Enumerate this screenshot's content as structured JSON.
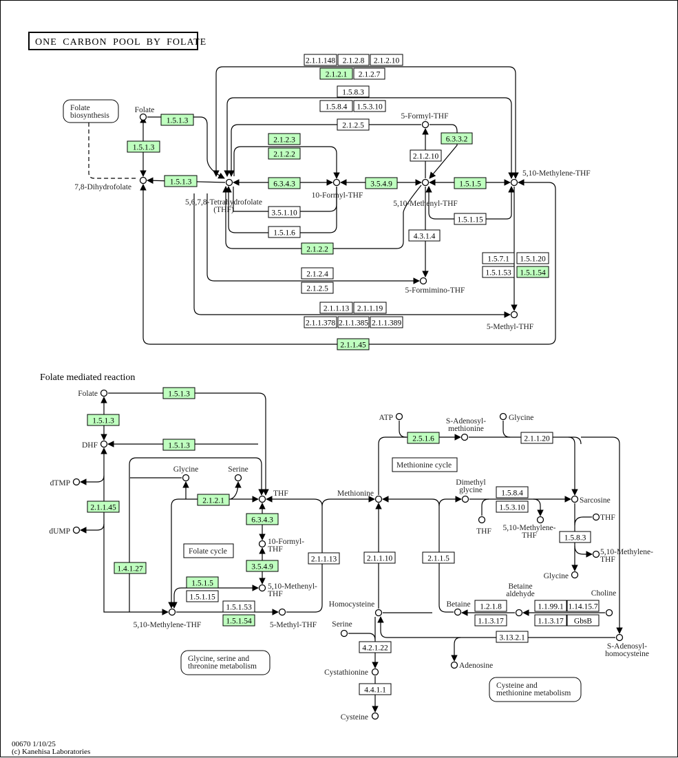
{
  "title": "ONE CARBON POOL BY FOLATE",
  "colors": {
    "enzyme_present": "#bfffbf",
    "enzyme_absent": "#ffffff",
    "line": "#000000"
  },
  "footer": {
    "map_id_date": "00670 1/10/25",
    "copyright": "(c) Kanehisa Laboratories"
  },
  "section_labels": {
    "folate_mediated": "Folate mediated reaction",
    "folate_cycle": "Folate cycle",
    "methionine_cycle": "Methionine cycle"
  },
  "map_links": [
    {
      "id": "folate_biosynthesis",
      "lines": [
        "Folate",
        "biosynthesis"
      ]
    },
    {
      "id": "gly_ser_thr",
      "lines": [
        "Glycine, serine and",
        "threonine metabolism"
      ]
    },
    {
      "id": "cys_met",
      "lines": [
        "Cysteine and",
        "methionine metabolism"
      ]
    }
  ],
  "compounds": [
    {
      "id": "c_folate",
      "label": [
        "Folate"
      ]
    },
    {
      "id": "c_dhf",
      "label": [
        "7,8-Dihydrofolate"
      ]
    },
    {
      "id": "c_thf",
      "label": [
        "5,6,7,8-Tetrahydrofolate",
        "(THF)"
      ]
    },
    {
      "id": "c_10formyl",
      "label": [
        "10-Formyl-THF"
      ]
    },
    {
      "id": "c_methenyl",
      "label": [
        "5,10-Methenyl-THF"
      ]
    },
    {
      "id": "c_methylene",
      "label": [
        "5,10-Methylene-THF"
      ]
    },
    {
      "id": "c_5formyl",
      "label": [
        "5-Formyl-THF"
      ]
    },
    {
      "id": "c_formimino",
      "label": [
        "5-Formimino-THF"
      ]
    },
    {
      "id": "c_5methyl",
      "label": [
        "5-Methyl-THF"
      ]
    },
    {
      "id": "b_folate",
      "label": [
        "Folate"
      ]
    },
    {
      "id": "b_dhf",
      "label": [
        "DHF"
      ]
    },
    {
      "id": "b_dtmp",
      "label": [
        "dTMP"
      ]
    },
    {
      "id": "b_dump",
      "label": [
        "dUMP"
      ]
    },
    {
      "id": "b_glycine",
      "label": [
        "Glycine"
      ]
    },
    {
      "id": "b_serine",
      "label": [
        "Serine"
      ]
    },
    {
      "id": "b_thf",
      "label": [
        "THF"
      ]
    },
    {
      "id": "b_10formyl",
      "label": [
        "10-Formyl-",
        "THF"
      ]
    },
    {
      "id": "b_methenyl",
      "label": [
        "5,10-Methenyl-",
        "THF"
      ]
    },
    {
      "id": "b_methylene",
      "label": [
        "5,10-Methylene-THF"
      ]
    },
    {
      "id": "b_5methyl",
      "label": [
        "5-Methyl-THF"
      ]
    },
    {
      "id": "b_atp",
      "label": [
        "ATP"
      ]
    },
    {
      "id": "b_sam",
      "label": [
        "S-Adenosyl-",
        "methionine"
      ]
    },
    {
      "id": "b_glycine2",
      "label": [
        "Glycine"
      ]
    },
    {
      "id": "b_methionine",
      "label": [
        "Methionine"
      ]
    },
    {
      "id": "b_dmg",
      "label": [
        "Dimethyl",
        "glycine"
      ]
    },
    {
      "id": "b_sarcosine",
      "label": [
        "Sarcosine"
      ]
    },
    {
      "id": "b_thf2",
      "label": [
        "THF"
      ]
    },
    {
      "id": "b_thf3",
      "label": [
        "THF"
      ]
    },
    {
      "id": "b_methylene2",
      "label": [
        "5,10-Methylene-",
        "THF"
      ]
    },
    {
      "id": "b_methylene3",
      "label": [
        "5,10-Methylene-",
        "THF"
      ]
    },
    {
      "id": "b_glycine3",
      "label": [
        "Glycine"
      ]
    },
    {
      "id": "b_homocysteine",
      "label": [
        "Homocysteine"
      ]
    },
    {
      "id": "b_betaine",
      "label": [
        "Betaine"
      ]
    },
    {
      "id": "b_betald",
      "label": [
        "Betaine",
        "aldehyde"
      ]
    },
    {
      "id": "b_choline",
      "label": [
        "Choline"
      ]
    },
    {
      "id": "b_serine2",
      "label": [
        "Serine"
      ]
    },
    {
      "id": "b_sah",
      "label": [
        "S-Adenosyl-",
        "homocysteine"
      ]
    },
    {
      "id": "b_adenosine",
      "label": [
        "Adenosine"
      ]
    },
    {
      "id": "b_cystathionine",
      "label": [
        "Cystathionine"
      ]
    },
    {
      "id": "b_cysteine",
      "label": [
        "Cysteine"
      ]
    }
  ],
  "enzymes": [
    {
      "id": "e1",
      "ec": "1.5.1.3",
      "present": true
    },
    {
      "id": "e2",
      "ec": "1.5.1.3",
      "present": true
    },
    {
      "id": "e3",
      "ec": "1.5.1.3",
      "present": true
    },
    {
      "id": "e4",
      "ec": "2.1.1.148",
      "present": false
    },
    {
      "id": "e5",
      "ec": "2.1.2.8",
      "present": false
    },
    {
      "id": "e6",
      "ec": "2.1.2.10",
      "present": false
    },
    {
      "id": "e7",
      "ec": "2.1.2.1",
      "present": true
    },
    {
      "id": "e8",
      "ec": "2.1.2.7",
      "present": false
    },
    {
      "id": "e9",
      "ec": "1.5.8.3",
      "present": false
    },
    {
      "id": "e10",
      "ec": "1.5.8.4",
      "present": false
    },
    {
      "id": "e11",
      "ec": "1.5.3.10",
      "present": false
    },
    {
      "id": "e12",
      "ec": "2.1.2.5",
      "present": false
    },
    {
      "id": "e13",
      "ec": "2.1.2.3",
      "present": true
    },
    {
      "id": "e14",
      "ec": "2.1.2.2",
      "present": true
    },
    {
      "id": "e15",
      "ec": "6.3.4.3",
      "present": true
    },
    {
      "id": "e16",
      "ec": "3.5.4.9",
      "present": true
    },
    {
      "id": "e17",
      "ec": "2.1.2.10",
      "present": false
    },
    {
      "id": "e18",
      "ec": "6.3.3.2",
      "present": true
    },
    {
      "id": "e19",
      "ec": "1.5.1.5",
      "present": true
    },
    {
      "id": "e20",
      "ec": "1.5.1.15",
      "present": false
    },
    {
      "id": "e21",
      "ec": "3.5.1.10",
      "present": false
    },
    {
      "id": "e22",
      "ec": "1.5.1.6",
      "present": false
    },
    {
      "id": "e23",
      "ec": "2.1.2.2",
      "present": true
    },
    {
      "id": "e24",
      "ec": "4.3.1.4",
      "present": false
    },
    {
      "id": "e25",
      "ec": "2.1.2.4",
      "present": false
    },
    {
      "id": "e26",
      "ec": "2.1.2.5",
      "present": false
    },
    {
      "id": "e27",
      "ec": "1.5.7.1",
      "present": false
    },
    {
      "id": "e28",
      "ec": "1.5.1.20",
      "present": false
    },
    {
      "id": "e29",
      "ec": "1.5.1.53",
      "present": false
    },
    {
      "id": "e30",
      "ec": "1.5.1.54",
      "present": true
    },
    {
      "id": "e31",
      "ec": "2.1.1.13",
      "present": false
    },
    {
      "id": "e32",
      "ec": "2.1.1.19",
      "present": false
    },
    {
      "id": "e33",
      "ec": "2.1.1.378",
      "present": false
    },
    {
      "id": "e34",
      "ec": "2.1.1.385",
      "present": false
    },
    {
      "id": "e35",
      "ec": "2.1.1.389",
      "present": false
    },
    {
      "id": "e36",
      "ec": "2.1.1.45",
      "present": true
    },
    {
      "id": "f1",
      "ec": "1.5.1.3",
      "present": true
    },
    {
      "id": "f2",
      "ec": "1.5.1.3",
      "present": true
    },
    {
      "id": "f3",
      "ec": "1.5.1.3",
      "present": true
    },
    {
      "id": "f4",
      "ec": "2.1.1.45",
      "present": true
    },
    {
      "id": "f5",
      "ec": "2.1.2.1",
      "present": true
    },
    {
      "id": "f6",
      "ec": "6.3.4.3",
      "present": true
    },
    {
      "id": "f7",
      "ec": "3.5.4.9",
      "present": true
    },
    {
      "id": "f8",
      "ec": "1.4.1.27",
      "present": true
    },
    {
      "id": "f9",
      "ec": "1.5.1.5",
      "present": true
    },
    {
      "id": "f10",
      "ec": "1.5.1.15",
      "present": false
    },
    {
      "id": "f11",
      "ec": "1.5.1.53",
      "present": false
    },
    {
      "id": "f12",
      "ec": "1.5.1.54",
      "present": true
    },
    {
      "id": "f13",
      "ec": "2.1.1.13",
      "present": false
    },
    {
      "id": "f14",
      "ec": "2.5.1.6",
      "present": true
    },
    {
      "id": "f15",
      "ec": "2.1.1.20",
      "present": false
    },
    {
      "id": "f16",
      "ec": "2.1.1.10",
      "present": false
    },
    {
      "id": "f17",
      "ec": "2.1.1.5",
      "present": false
    },
    {
      "id": "f18",
      "ec": "1.5.8.4",
      "present": false
    },
    {
      "id": "f19",
      "ec": "1.5.3.10",
      "present": false
    },
    {
      "id": "f20",
      "ec": "1.5.8.3",
      "present": false
    },
    {
      "id": "f21",
      "ec": "1.2.1.8",
      "present": false
    },
    {
      "id": "f22",
      "ec": "1.1.3.17",
      "present": false
    },
    {
      "id": "f23",
      "ec": "1.1.99.1",
      "present": false
    },
    {
      "id": "f24",
      "ec": "1.14.15.7",
      "present": false
    },
    {
      "id": "f25",
      "ec": "1.1.3.17",
      "present": false
    },
    {
      "id": "f26",
      "ec": "GbsB",
      "present": false
    },
    {
      "id": "f27",
      "ec": "3.13.2.1",
      "present": false
    },
    {
      "id": "f28",
      "ec": "4.2.1.22",
      "present": false
    },
    {
      "id": "f29",
      "ec": "4.4.1.1",
      "present": false
    }
  ]
}
